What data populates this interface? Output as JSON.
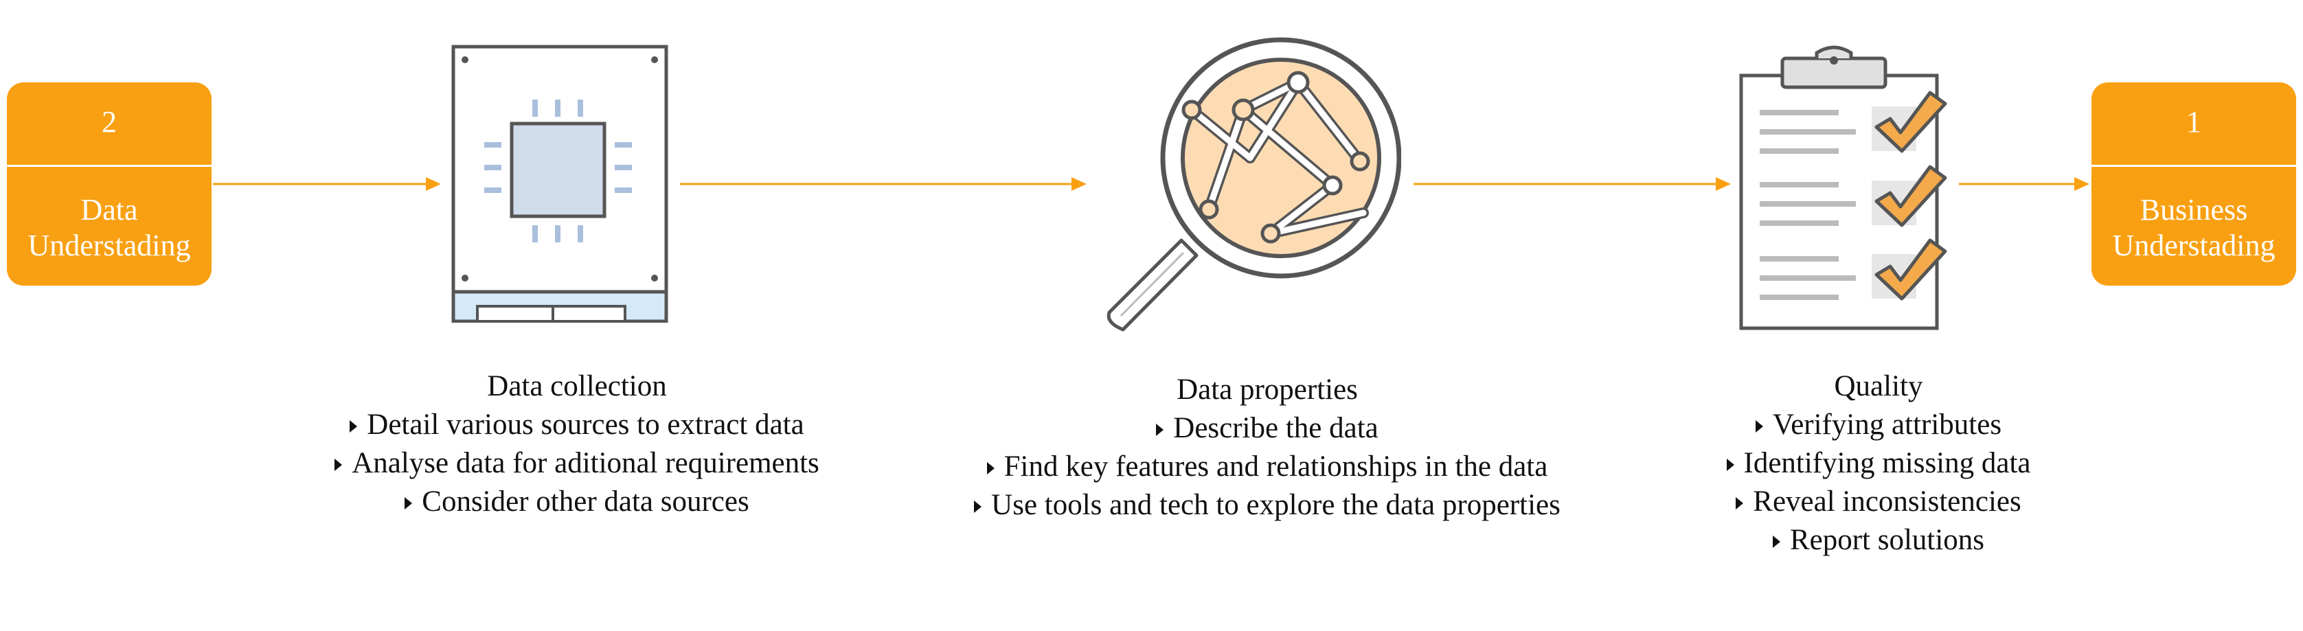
{
  "phases": {
    "left": {
      "number": "2",
      "name_line1": "Data",
      "name_line2": "Understading"
    },
    "right": {
      "number": "1",
      "name_line1": "Business",
      "name_line2": "Understading"
    }
  },
  "steps": [
    {
      "icon": "circuit-board-icon",
      "heading": "Data collection",
      "bullets": [
        "Detail various sources to extract data",
        "Analyse data for aditional requirements",
        "Consider other data sources"
      ]
    },
    {
      "icon": "magnifying-glass-network-icon",
      "heading": "Data properties",
      "bullets": [
        "Describe the data",
        "Find key features and relationships in the data",
        "Use tools and tech to explore the data properties"
      ]
    },
    {
      "icon": "clipboard-checklist-icon",
      "heading": "Quality",
      "bullets": [
        "Verifying attributes",
        "Identifying missing data",
        "Reveal inconsistencies",
        "Report solutions"
      ]
    }
  ],
  "colors": {
    "accent": "#f9a012",
    "icon_stroke": "#555555",
    "chip_fill": "#d0dcec",
    "chip_pins": "#a9bfdc",
    "board_strip": "#d5eaf8",
    "lens_fill": "#fddcb4",
    "check_fill": "#f4a94a",
    "gray_line": "#bbbbbb",
    "text": "#111111"
  }
}
